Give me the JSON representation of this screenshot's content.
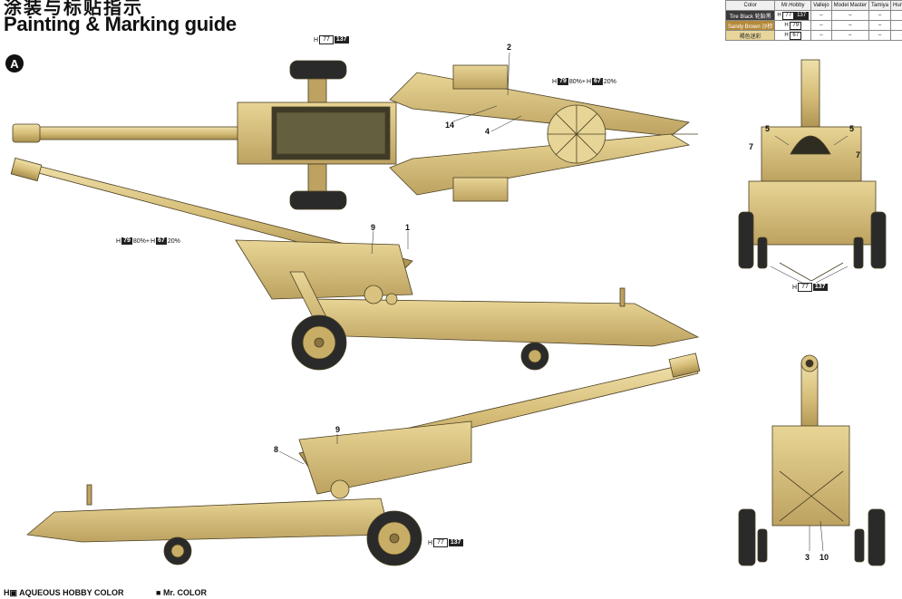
{
  "header": {
    "title_cn": "涂装与标贴指示",
    "title_en": "Painting & Marking guide",
    "section": "A"
  },
  "color_table": {
    "headers": [
      "Color",
      "Mr.Hobby",
      "Vallejo",
      "Model Master",
      "Tamiya",
      "Humbrol"
    ],
    "rows": [
      {
        "color": "Tire Black 轮胎黑",
        "mr_hobby_h": "H",
        "mr_hobby_h_code": "77",
        "mr_hobby_c_code": "137",
        "vallejo": "–",
        "model_master": "–",
        "tamiya": "–",
        "humbrol": "–",
        "swatch": "#3a3a3a"
      },
      {
        "color": "Sandy Brown 沙棕",
        "mr_hobby_h": "H",
        "mr_hobby_h_code": "79",
        "mr_hobby_c_code": "",
        "vallejo": "–",
        "model_master": "–",
        "tamiya": "–",
        "humbrol": "–",
        "swatch": "#b48a3a"
      },
      {
        "color": "褐色迷彩",
        "mr_hobby_h": "H",
        "mr_hobby_h_code": "67",
        "mr_hobby_c_code": "",
        "vallejo": "–",
        "model_master": "–",
        "tamiya": "–",
        "humbrol": "–",
        "swatch": "#e8d59a"
      }
    ]
  },
  "callouts": {
    "c1": "1",
    "c2": "2",
    "c3": "3",
    "c4": "4",
    "c5a": "5",
    "c5b": "5",
    "c7a": "7",
    "c7b": "7",
    "c8": "8",
    "c9a": "9",
    "c9b": "9",
    "c10": "10",
    "c14": "14"
  },
  "refs": {
    "top_wheel": {
      "h": "H",
      "code": "77",
      "c": "137"
    },
    "top_mix": {
      "h": "H",
      "code1": "79",
      "pct1": "80%+",
      "h2": "H",
      "code2": "67",
      "pct2": "20%"
    },
    "side_mix": {
      "h": "H",
      "code1": "79",
      "pct1": "80%+",
      "h2": "H",
      "code2": "67",
      "pct2": "20%"
    },
    "front_wheel": {
      "h": "H",
      "code": "77",
      "c": "137"
    },
    "side2_wheel": {
      "h": "H",
      "code": "77",
      "c": "137"
    }
  },
  "footer": {
    "aqueous": "AQUEOUS HOBBY COLOR",
    "mr_color": "Mr. COLOR"
  },
  "colors": {
    "tan": "#d9c27e",
    "tan_dark": "#b19a56",
    "tan_light": "#ecdca5",
    "tire": "#2a2a2a",
    "outline": "#4a3f22"
  }
}
